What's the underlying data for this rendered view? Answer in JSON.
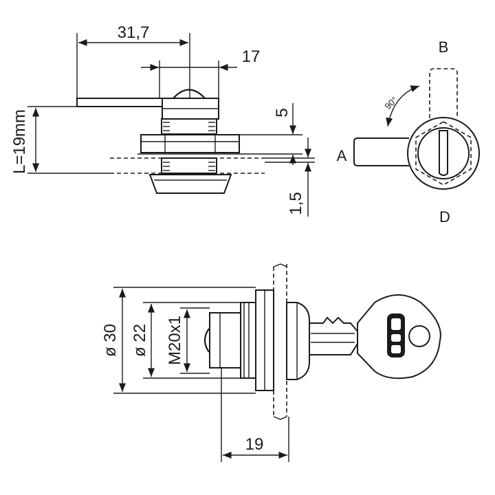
{
  "dimensions": {
    "width_31_7": "31,7",
    "width_17": "17",
    "height_5": "5",
    "length_l": "L=19mm",
    "thickness_1_5": "1,5",
    "dia_30": "ø 30",
    "dia_22": "ø 22",
    "thread": "M20x1",
    "length_19": "19"
  },
  "positions": {
    "a": "A",
    "b": "B",
    "d": "D"
  },
  "rotation_angle": "90°"
}
